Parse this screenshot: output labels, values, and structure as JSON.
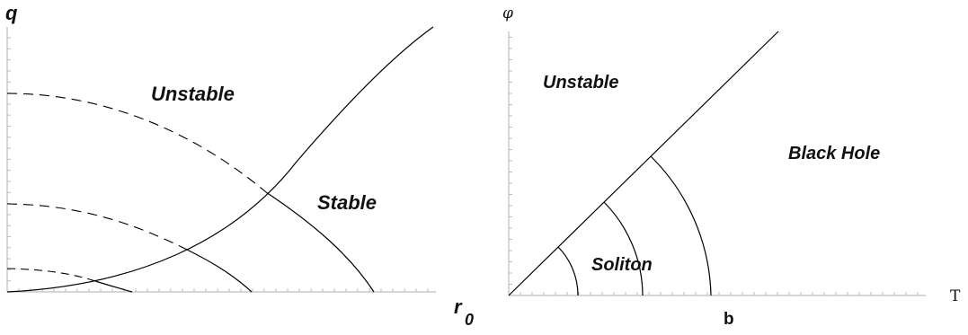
{
  "left_panel": {
    "y_axis_label": "q",
    "x_axis_label_main": "r",
    "x_axis_label_sub": "0",
    "region_unstable": "Unstable",
    "region_stable": "Stable"
  },
  "right_panel": {
    "y_axis_label": "φ",
    "x_axis_label": "T",
    "x_tick_label": "b",
    "region_unstable": "Unstable",
    "region_black_hole": "Black Hole",
    "region_soliton": "Soliton"
  },
  "colors": {
    "line": "#000000",
    "axis": "#bdbdbd",
    "text": "#111111"
  }
}
